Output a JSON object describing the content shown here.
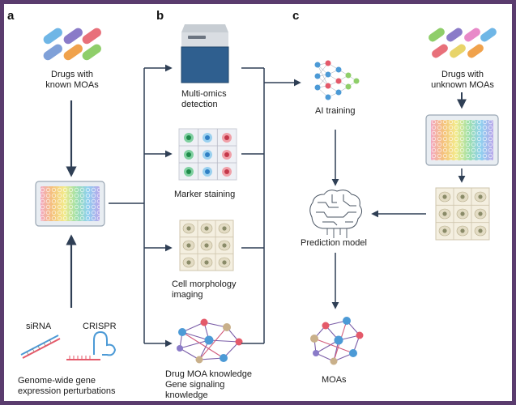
{
  "panels": {
    "a": "a",
    "b": "b",
    "c": "c"
  },
  "labels": {
    "drugs_known": "Drugs with\nknown MOAs",
    "multi_omics": "Multi-omics\ndetection",
    "marker_staining": "Marker staining",
    "cell_morphology": "Cell morphology\nimaging",
    "knowledge": "Drug MOA knowledge\nGene signaling\nknowledge",
    "sirna": "siRNA",
    "crispr": "CRISPR",
    "genome_wide": "Genome-wide gene\nexpression perturbations",
    "ai_training": "AI training",
    "drugs_unknown": "Drugs with\nunknown MOAs",
    "prediction_model": "Prediction model",
    "moas": "MOAs"
  },
  "colors": {
    "arrow": "#2f3f55",
    "frame_border": "#5a3c6e",
    "pill_blue": "#6fb6e6",
    "pill_red": "#e8707a",
    "pill_purple": "#8a7bc8",
    "pill_orange": "#f0a24c",
    "pill_green": "#8fce6a",
    "pill_pink": "#e889c8",
    "pill_yellow": "#e8d46a",
    "cell_bg": "#efe8d6",
    "cell_nucleus": "#8a8b68",
    "net_node_blue": "#4c9ad6",
    "net_node_red": "#e45a6a",
    "net_node_tan": "#c9b08a",
    "net_edge_purple": "#7b5ea8",
    "net_edge_red": "#d25a7a"
  },
  "icons": [
    "pill-icon",
    "well-plate-icon",
    "sequencer-icon",
    "stained-cells-icon",
    "morphology-cells-icon",
    "network-icon",
    "sirna-icon",
    "crispr-icon",
    "neural-net-icon",
    "brain-circuit-icon"
  ]
}
